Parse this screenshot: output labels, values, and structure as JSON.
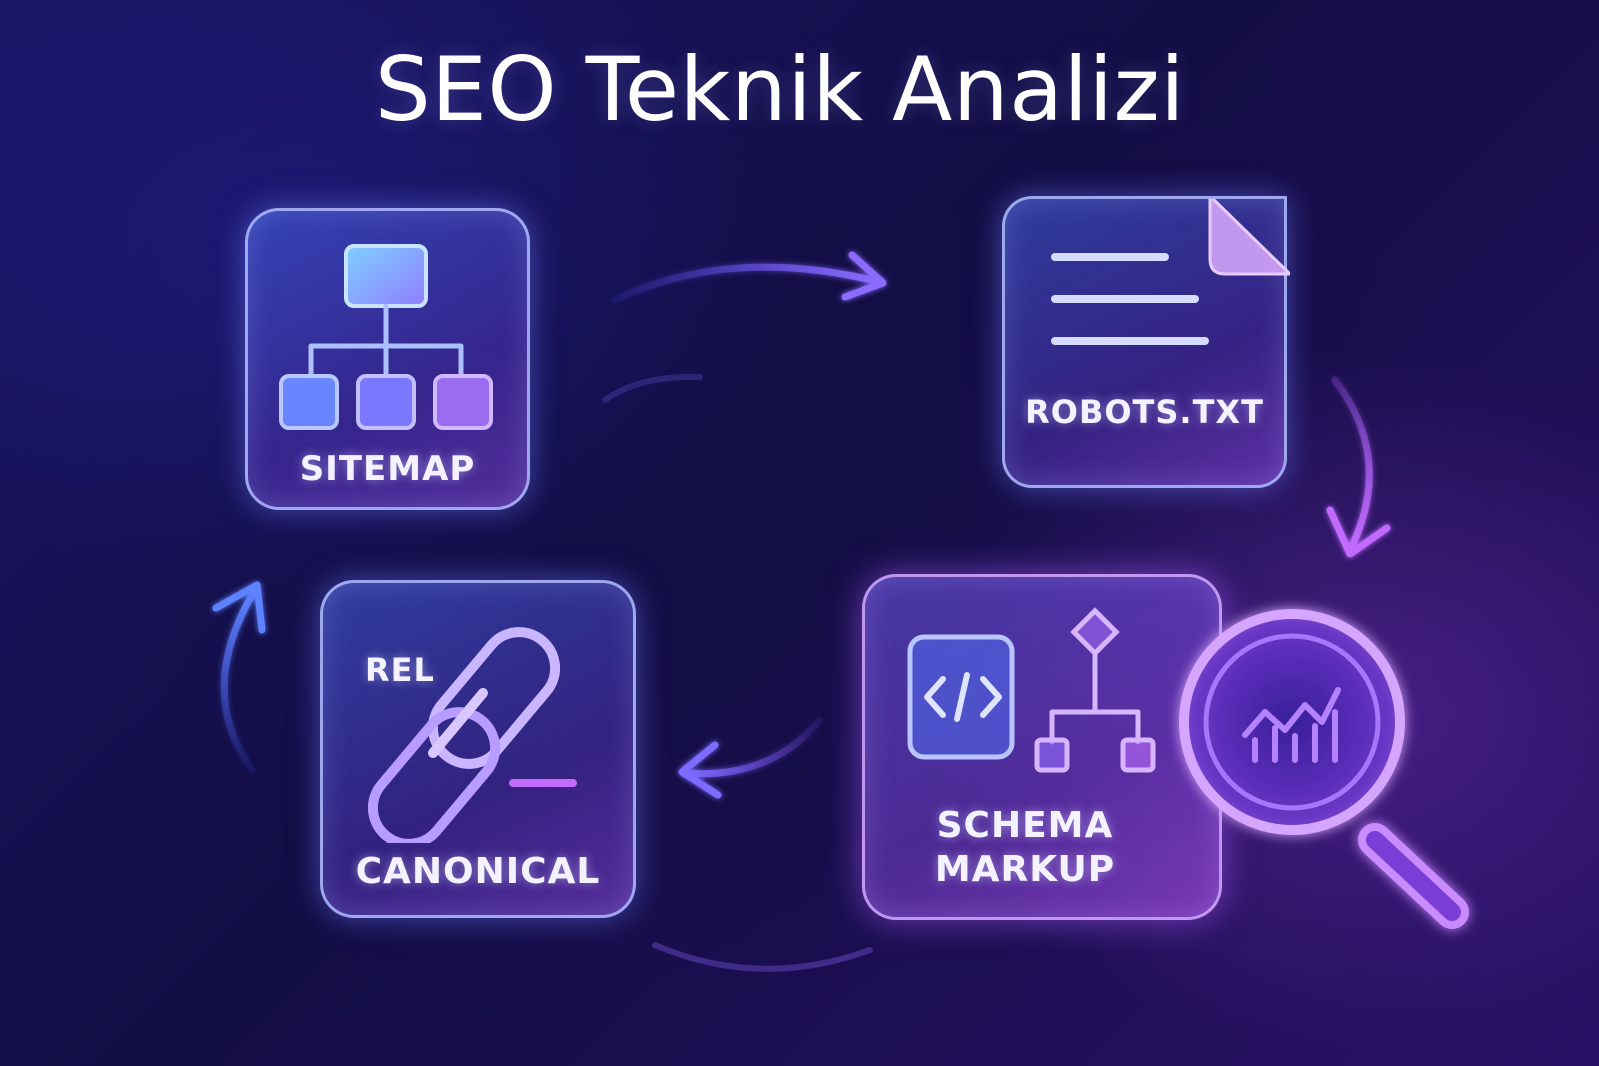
{
  "title": "SEO Teknik Analizi",
  "cards": {
    "sitemap": {
      "label": "SITEMAP"
    },
    "robots": {
      "label": "ROBOTS.TXT"
    },
    "schema": {
      "label_line1": "SCHEMA",
      "label_line2": "MARKUP"
    },
    "canonical": {
      "label": "CANONICAL",
      "sub_label": "REL"
    }
  },
  "icons": [
    "sitemap-tree-icon",
    "document-icon",
    "code-icon",
    "schema-tree-icon",
    "chain-link-icon",
    "magnifier-chart-icon",
    "cycle-arrow-icon"
  ],
  "colors": {
    "background": "#160f4f",
    "accent_blue": "#5f7dff",
    "accent_purple": "#b15cf5",
    "text": "#ffffff"
  }
}
